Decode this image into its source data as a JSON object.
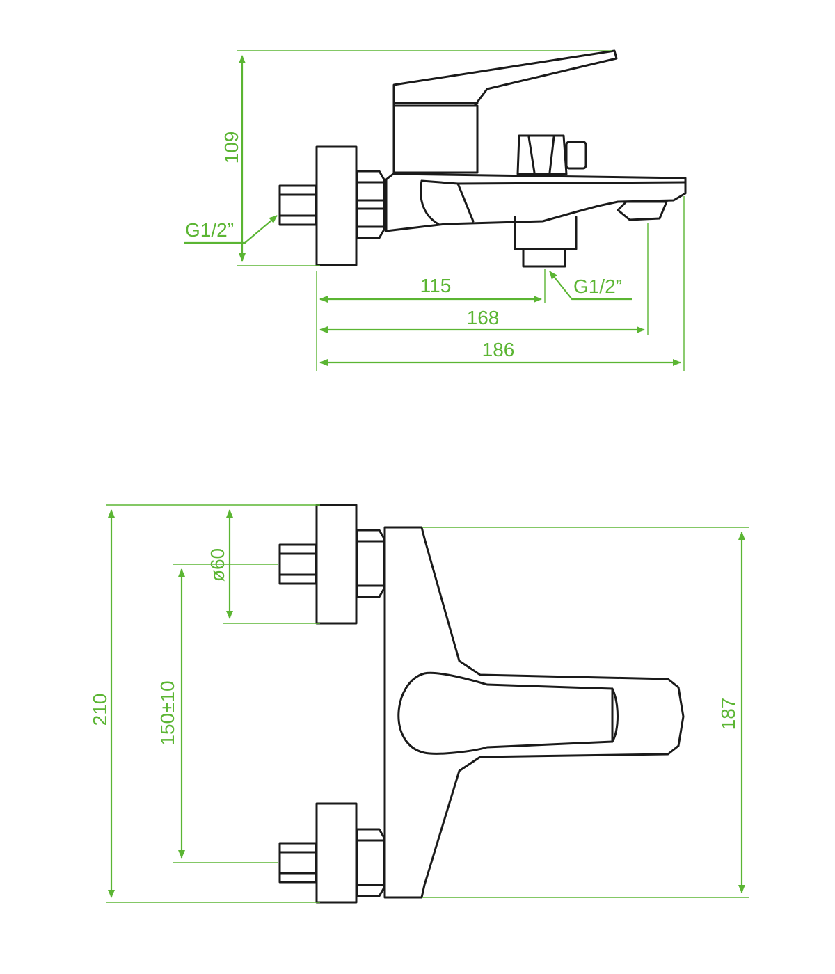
{
  "colors": {
    "dimension": "#5bb533",
    "outline": "#1a1a1a",
    "background": "#ffffff"
  },
  "side_view": {
    "height": "109",
    "inlet_thread": "G1/2”",
    "outlet_thread": "G1/2”",
    "length_outlet": "115",
    "length_spout": "168",
    "length_total": "186"
  },
  "front_view": {
    "total_height": "210",
    "center_distance": "150±10",
    "escutcheon_diameter": "ø60",
    "body_height": "187"
  }
}
